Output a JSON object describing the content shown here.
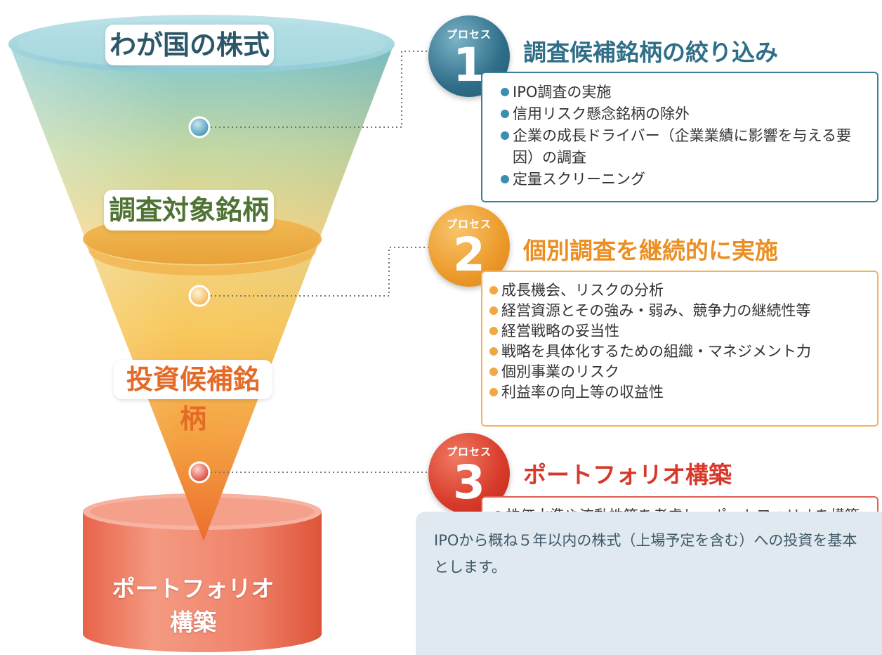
{
  "funnel": {
    "stage_1": "わが国の株式",
    "stage_2": "調査対象銘柄",
    "stage_3": "投資候補銘柄",
    "final_line_1": "ポートフォリオ",
    "final_line_2": "構築"
  },
  "process_label": "プロセス",
  "processes": [
    {
      "number": "1",
      "title": "調査候補銘柄の絞り込み",
      "color": "#2f6e88",
      "items": [
        "IPO調査の実施",
        "信用リスク懸念銘柄の除外",
        "企業の成長ドライバー（企業業績に影響を与える要因）の調査",
        "定量スクリーニング"
      ]
    },
    {
      "number": "2",
      "title": "個別調査を継続的に実施",
      "color": "#eb8f22",
      "items": [
        "成長機会、リスクの分析",
        "経営資源とその強み・弱み、競争力の継続性等",
        "経営戦略の妥当性",
        "戦略を具体化するための組織・マネジメント力",
        "個別事業のリスク",
        "利益率の向上等の収益性"
      ]
    },
    {
      "number": "3",
      "title": "ポートフォリオ構築",
      "color": "#d8382a",
      "items": [
        "株価水準や流動性等を考慮し、ポートフォリオを構築"
      ]
    }
  ],
  "note": "IPOから概ね５年以内の株式（上場予定を含む）への投資を基本とします。"
}
